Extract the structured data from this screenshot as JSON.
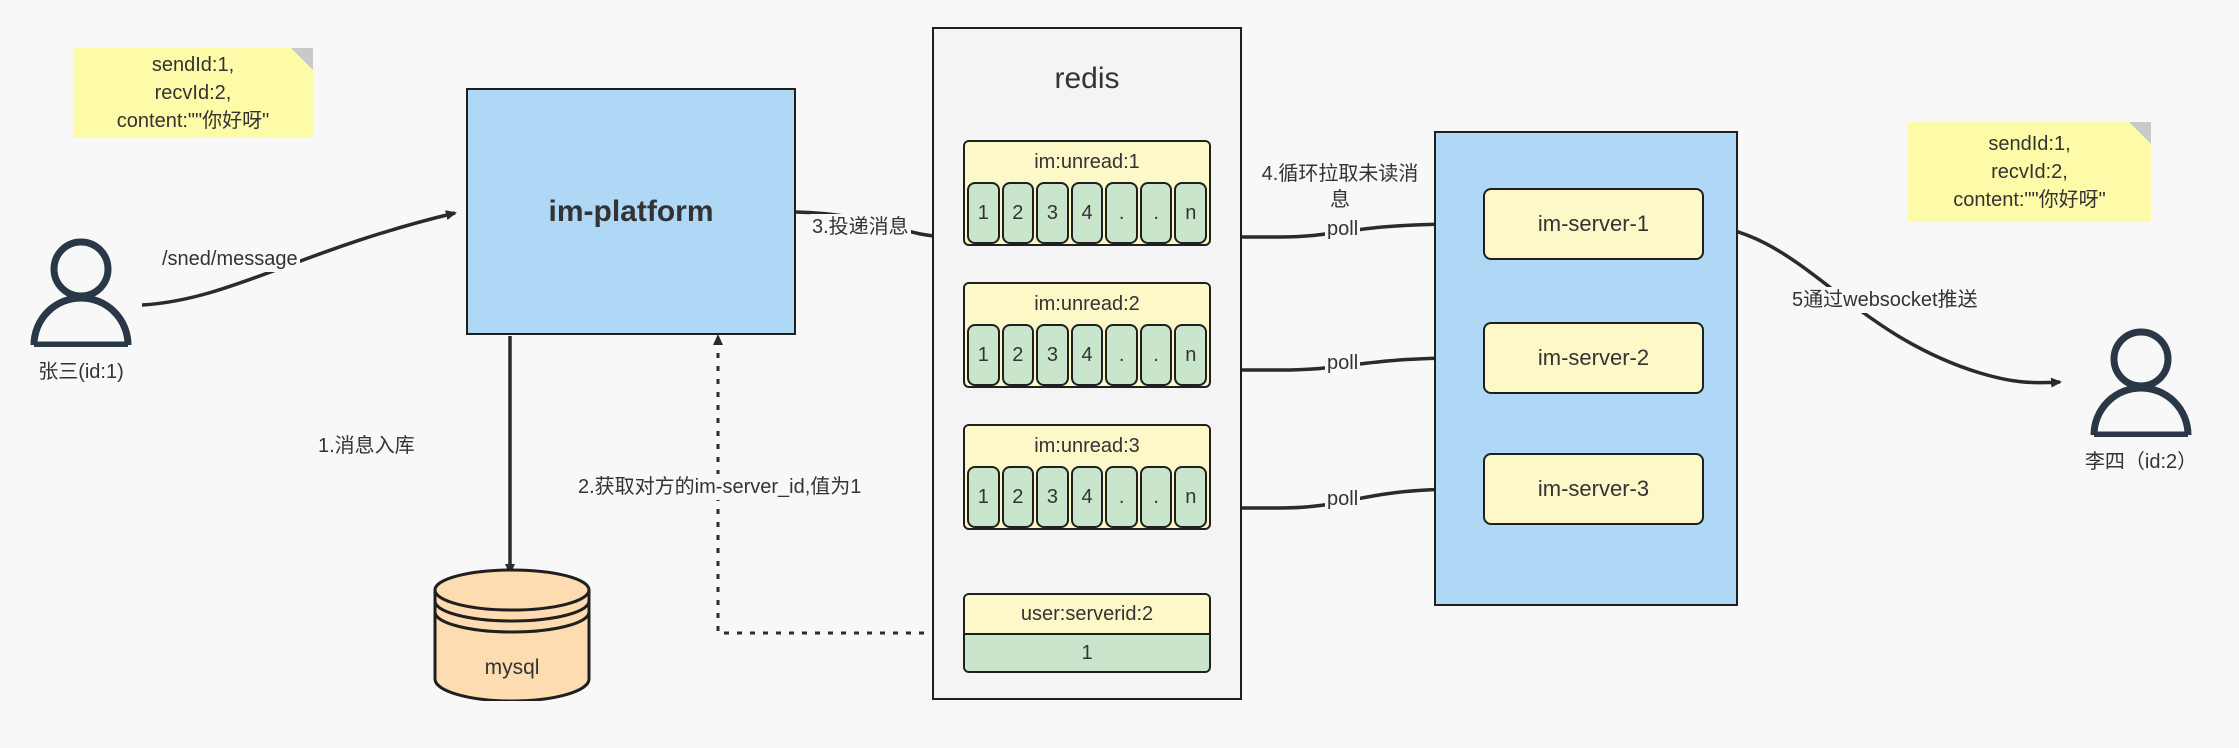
{
  "notes": {
    "left": "sendId:1,\nrecvId:2,\ncontent:\"\"你好呀\"",
    "right": "sendId:1,\nrecvId:2,\ncontent:\"\"你好呀\""
  },
  "actors": {
    "sender": {
      "label": "张三(id:1)",
      "icon": "user-icon"
    },
    "receiver": {
      "label": "李四（id:2）",
      "icon": "user-icon"
    }
  },
  "nodes": {
    "platform": "im-platform",
    "redis": "redis",
    "mysql": "mysql"
  },
  "redis": {
    "queues": [
      {
        "title": "im:unread:1",
        "cells": [
          "1",
          "2",
          "3",
          "4",
          ".",
          ".",
          "n"
        ]
      },
      {
        "title": "im:unread:2",
        "cells": [
          "1",
          "2",
          "3",
          "4",
          ".",
          ".",
          "n"
        ]
      },
      {
        "title": "im:unread:3",
        "cells": [
          "1",
          "2",
          "3",
          "4",
          ".",
          ".",
          "n"
        ]
      }
    ],
    "kv": {
      "title": "user:serverid:2",
      "value": "1"
    }
  },
  "servers": [
    "im-server-1",
    "im-server-2",
    "im-server-3"
  ],
  "edges": {
    "send_message": "/sned/message",
    "step1": "1.消息入库",
    "step2": "2.获取对方的im-server_id,值为1",
    "step3": "3.投递消息",
    "step4": "4.循环拉取未读消\n息",
    "poll1": "poll",
    "poll2": "poll",
    "poll3": "poll",
    "step5": "5通过websocket推送"
  },
  "colors": {
    "note": "#fdfaa8",
    "blue": "#aed8f6",
    "green": "#c9e6cc",
    "yellow": "#fcf8c8",
    "orange": "#fcdcb0",
    "stroke": "#1f1f1f",
    "background": "#f8f8f8"
  }
}
